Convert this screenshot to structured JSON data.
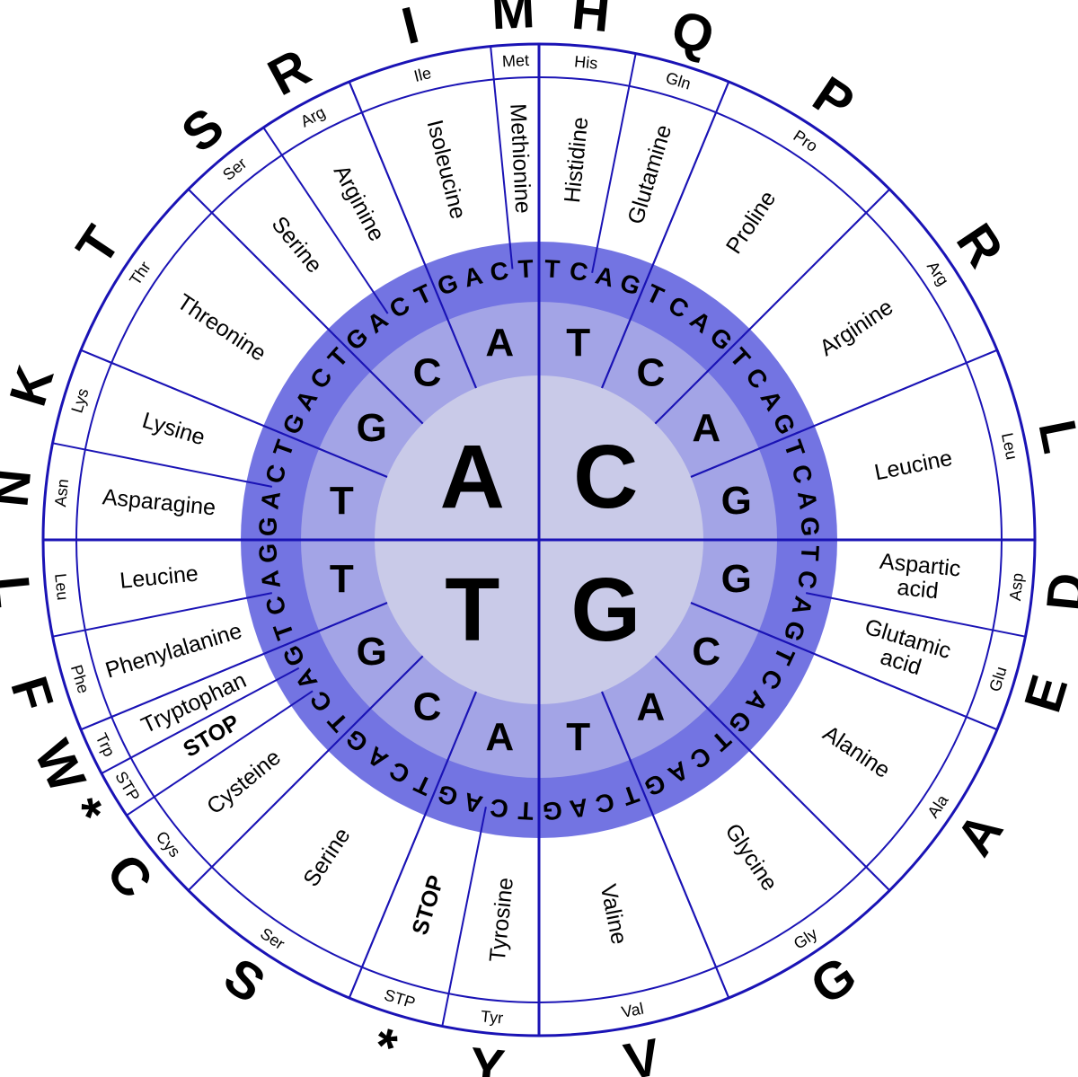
{
  "colors": {
    "line": "#1a13b5",
    "center": "#c9cae8",
    "ring2": "#a3a4e6",
    "ring3": "#7374e2",
    "outer": "#ffffff"
  },
  "center_bases": [
    "A",
    "C",
    "G",
    "T"
  ],
  "second_bases": [
    "T",
    "C",
    "A",
    "G",
    "G",
    "C",
    "A",
    "T",
    "A",
    "C",
    "G",
    "T",
    "T",
    "G",
    "C",
    "A"
  ],
  "third_bases": [
    "T",
    "C",
    "A",
    "G",
    "T",
    "C",
    "A",
    "G",
    "T",
    "C",
    "A",
    "G",
    "T",
    "C",
    "A",
    "G",
    "T",
    "C",
    "A",
    "G",
    "T",
    "C",
    "A",
    "G",
    "T",
    "C",
    "A",
    "G",
    "T",
    "C",
    "A",
    "G",
    "T",
    "C",
    "A",
    "G",
    "T",
    "C",
    "A",
    "G",
    "T",
    "C",
    "A",
    "G",
    "T",
    "C",
    "A",
    "G",
    "G",
    "A",
    "C",
    "T",
    "G",
    "A",
    "C",
    "T",
    "G",
    "A",
    "C",
    "T",
    "G",
    "A",
    "C",
    "T"
  ],
  "amino_acids": [
    {
      "name": [
        "Histidine"
      ],
      "abbr": "His",
      "letter": "H"
    },
    {
      "name": [
        "Glutamine"
      ],
      "abbr": "Gln",
      "letter": "Q"
    },
    {
      "name": [
        "Proline"
      ],
      "abbr": "Pro",
      "letter": "P"
    },
    {
      "name": [
        "Arginine"
      ],
      "abbr": "Arg",
      "letter": "R"
    },
    {
      "name": [
        "Leucine"
      ],
      "abbr": "Leu",
      "letter": "L"
    },
    {
      "name": [
        "Aspartic",
        "acid"
      ],
      "abbr": "Asp",
      "letter": "D"
    },
    {
      "name": [
        "Glutamic",
        "acid"
      ],
      "abbr": "Glu",
      "letter": "E"
    },
    {
      "name": [
        "Alanine"
      ],
      "abbr": "Ala",
      "letter": "A"
    },
    {
      "name": [
        "Glycine"
      ],
      "abbr": "Gly",
      "letter": "G"
    },
    {
      "name": [
        "Valine"
      ],
      "abbr": "Val",
      "letter": "V"
    },
    {
      "name": [
        "Tyrosine"
      ],
      "abbr": "Tyr",
      "letter": "Y"
    },
    {
      "name": [
        "STOP"
      ],
      "abbr": "STP",
      "letter": "*"
    },
    {
      "name": [
        "Serine"
      ],
      "abbr": "Ser",
      "letter": "S"
    },
    {
      "name": [
        "Cysteine"
      ],
      "abbr": "Cys",
      "letter": "C"
    },
    {
      "name": [
        "STOP"
      ],
      "abbr": "STP",
      "letter": "*"
    },
    {
      "name": [
        "Tryptophan"
      ],
      "abbr": "Trp",
      "letter": "W"
    },
    {
      "name": [
        "Phenylalanine"
      ],
      "abbr": "Phe",
      "letter": "F"
    },
    {
      "name": [
        "Leucine"
      ],
      "abbr": "Leu",
      "letter": "L"
    },
    {
      "name": [
        "Asparagine"
      ],
      "abbr": "Asn",
      "letter": "N"
    },
    {
      "name": [
        "Lysine"
      ],
      "abbr": "Lys",
      "letter": "K"
    },
    {
      "name": [
        "Threonine"
      ],
      "abbr": "Thr",
      "letter": "T"
    },
    {
      "name": [
        "Serine"
      ],
      "abbr": "Ser",
      "letter": "S"
    },
    {
      "name": [
        "Arginine"
      ],
      "abbr": "Arg",
      "letter": "R"
    },
    {
      "name": [
        "Isoleucine"
      ],
      "abbr": "Ile",
      "letter": "I"
    },
    {
      "name": [
        "Methionine"
      ],
      "abbr": "Met",
      "letter": "M"
    }
  ]
}
